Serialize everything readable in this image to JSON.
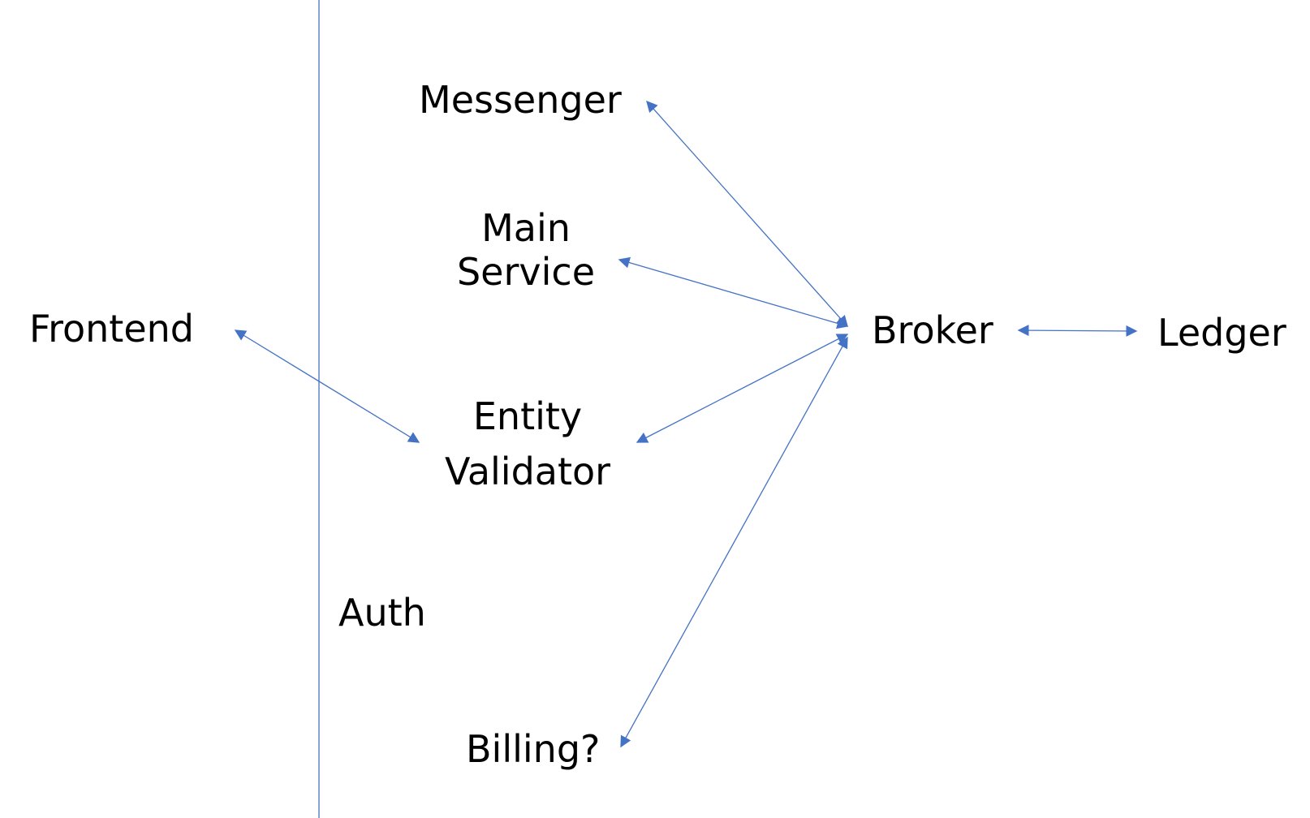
{
  "nodes": {
    "messenger": "Messenger",
    "main_service": [
      "Main",
      "Service"
    ],
    "frontend": "Frontend",
    "broker": "Broker",
    "ledger": "Ledger",
    "entity_validator": [
      "Entity",
      "Validator"
    ],
    "auth": "Auth",
    "billing": "Billing?"
  },
  "colors": {
    "edge": "#4472c4",
    "divider": "#4472c4",
    "text": "#000000",
    "background": "#ffffff"
  },
  "edges": [
    {
      "from": "broker",
      "to": "messenger",
      "arrows": "both"
    },
    {
      "from": "broker",
      "to": "main_service",
      "arrows": "both"
    },
    {
      "from": "broker",
      "to": "entity_validator",
      "arrows": "both"
    },
    {
      "from": "broker",
      "to": "billing",
      "arrows": "both"
    },
    {
      "from": "broker",
      "to": "ledger",
      "arrows": "both"
    },
    {
      "from": "frontend",
      "to": "entity_validator",
      "arrows": "both"
    }
  ]
}
